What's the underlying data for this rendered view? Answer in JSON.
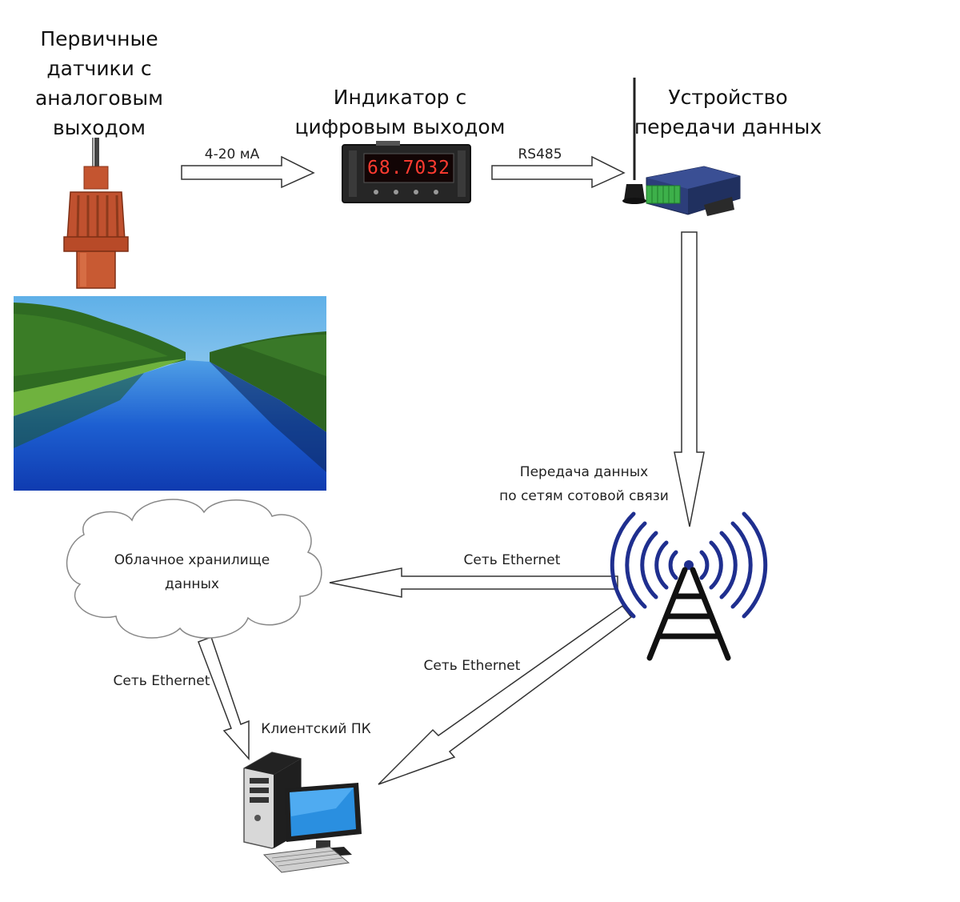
{
  "labels": {
    "sensor_line1": "Первичные",
    "sensor_line2": "датчики с",
    "sensor_line3": "аналоговым",
    "sensor_line4": "выходом",
    "indicator_line1": "Индикатор с",
    "indicator_line2": "цифровым выходом",
    "device_line1": "Устройство",
    "device_line2": "передачи данных",
    "cellular_line1": "Передача данных",
    "cellular_line2": "по сетям сотовой связи",
    "cloud_line1": "Облачное хранилище",
    "cloud_line2": "данных",
    "client_pc": "Клиентский ПК"
  },
  "arrows": {
    "sensor_to_indicator": "4-20 мА",
    "indicator_to_device": "RS485",
    "tower_to_cloud": "Сеть Ethernet",
    "cloud_to_pc": "Сеть Ethernet",
    "tower_to_pc": "Сеть Ethernet"
  },
  "indicator_display": "68.7032",
  "colors": {
    "sensor_body": "#c0512f",
    "display_digits": "#ff3b30",
    "tower_waves": "#1f2f8f",
    "monitor_screen": "#2a8fe0",
    "device_body": "#2c3e7a",
    "terminal_green": "#3db04a"
  }
}
